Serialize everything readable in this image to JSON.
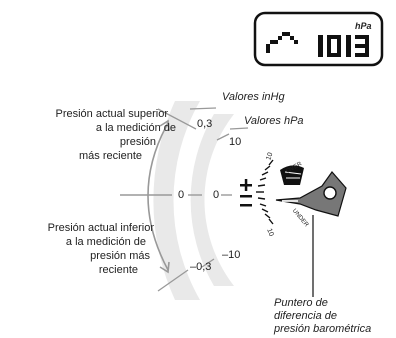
{
  "lcd": {
    "unit": "hPa",
    "value": "1013",
    "trend_icon": "pressure-trend-graph-icon"
  },
  "labels": {
    "above": [
      "Presión actual superior",
      "a la medición de",
      "presión",
      "más reciente"
    ],
    "below": [
      "Presión actual inferior",
      "a la medición de",
      "presión más",
      "reciente"
    ],
    "values_inhg": "Valores inHg",
    "values_hpa": "Valores hPa",
    "pointer": [
      "Puntero de",
      "diferencia de",
      "presión barométrica"
    ]
  },
  "scale": {
    "inhg": {
      "top": "0,3",
      "zero": "0",
      "bottom": "–0,3"
    },
    "hpa": {
      "top": "10",
      "zero": "0",
      "bottom": "–10"
    },
    "plus": "+",
    "minus": "–"
  },
  "gauge": {
    "top": "10",
    "bottom": "10",
    "over": "OVER",
    "under": "UNDER"
  }
}
